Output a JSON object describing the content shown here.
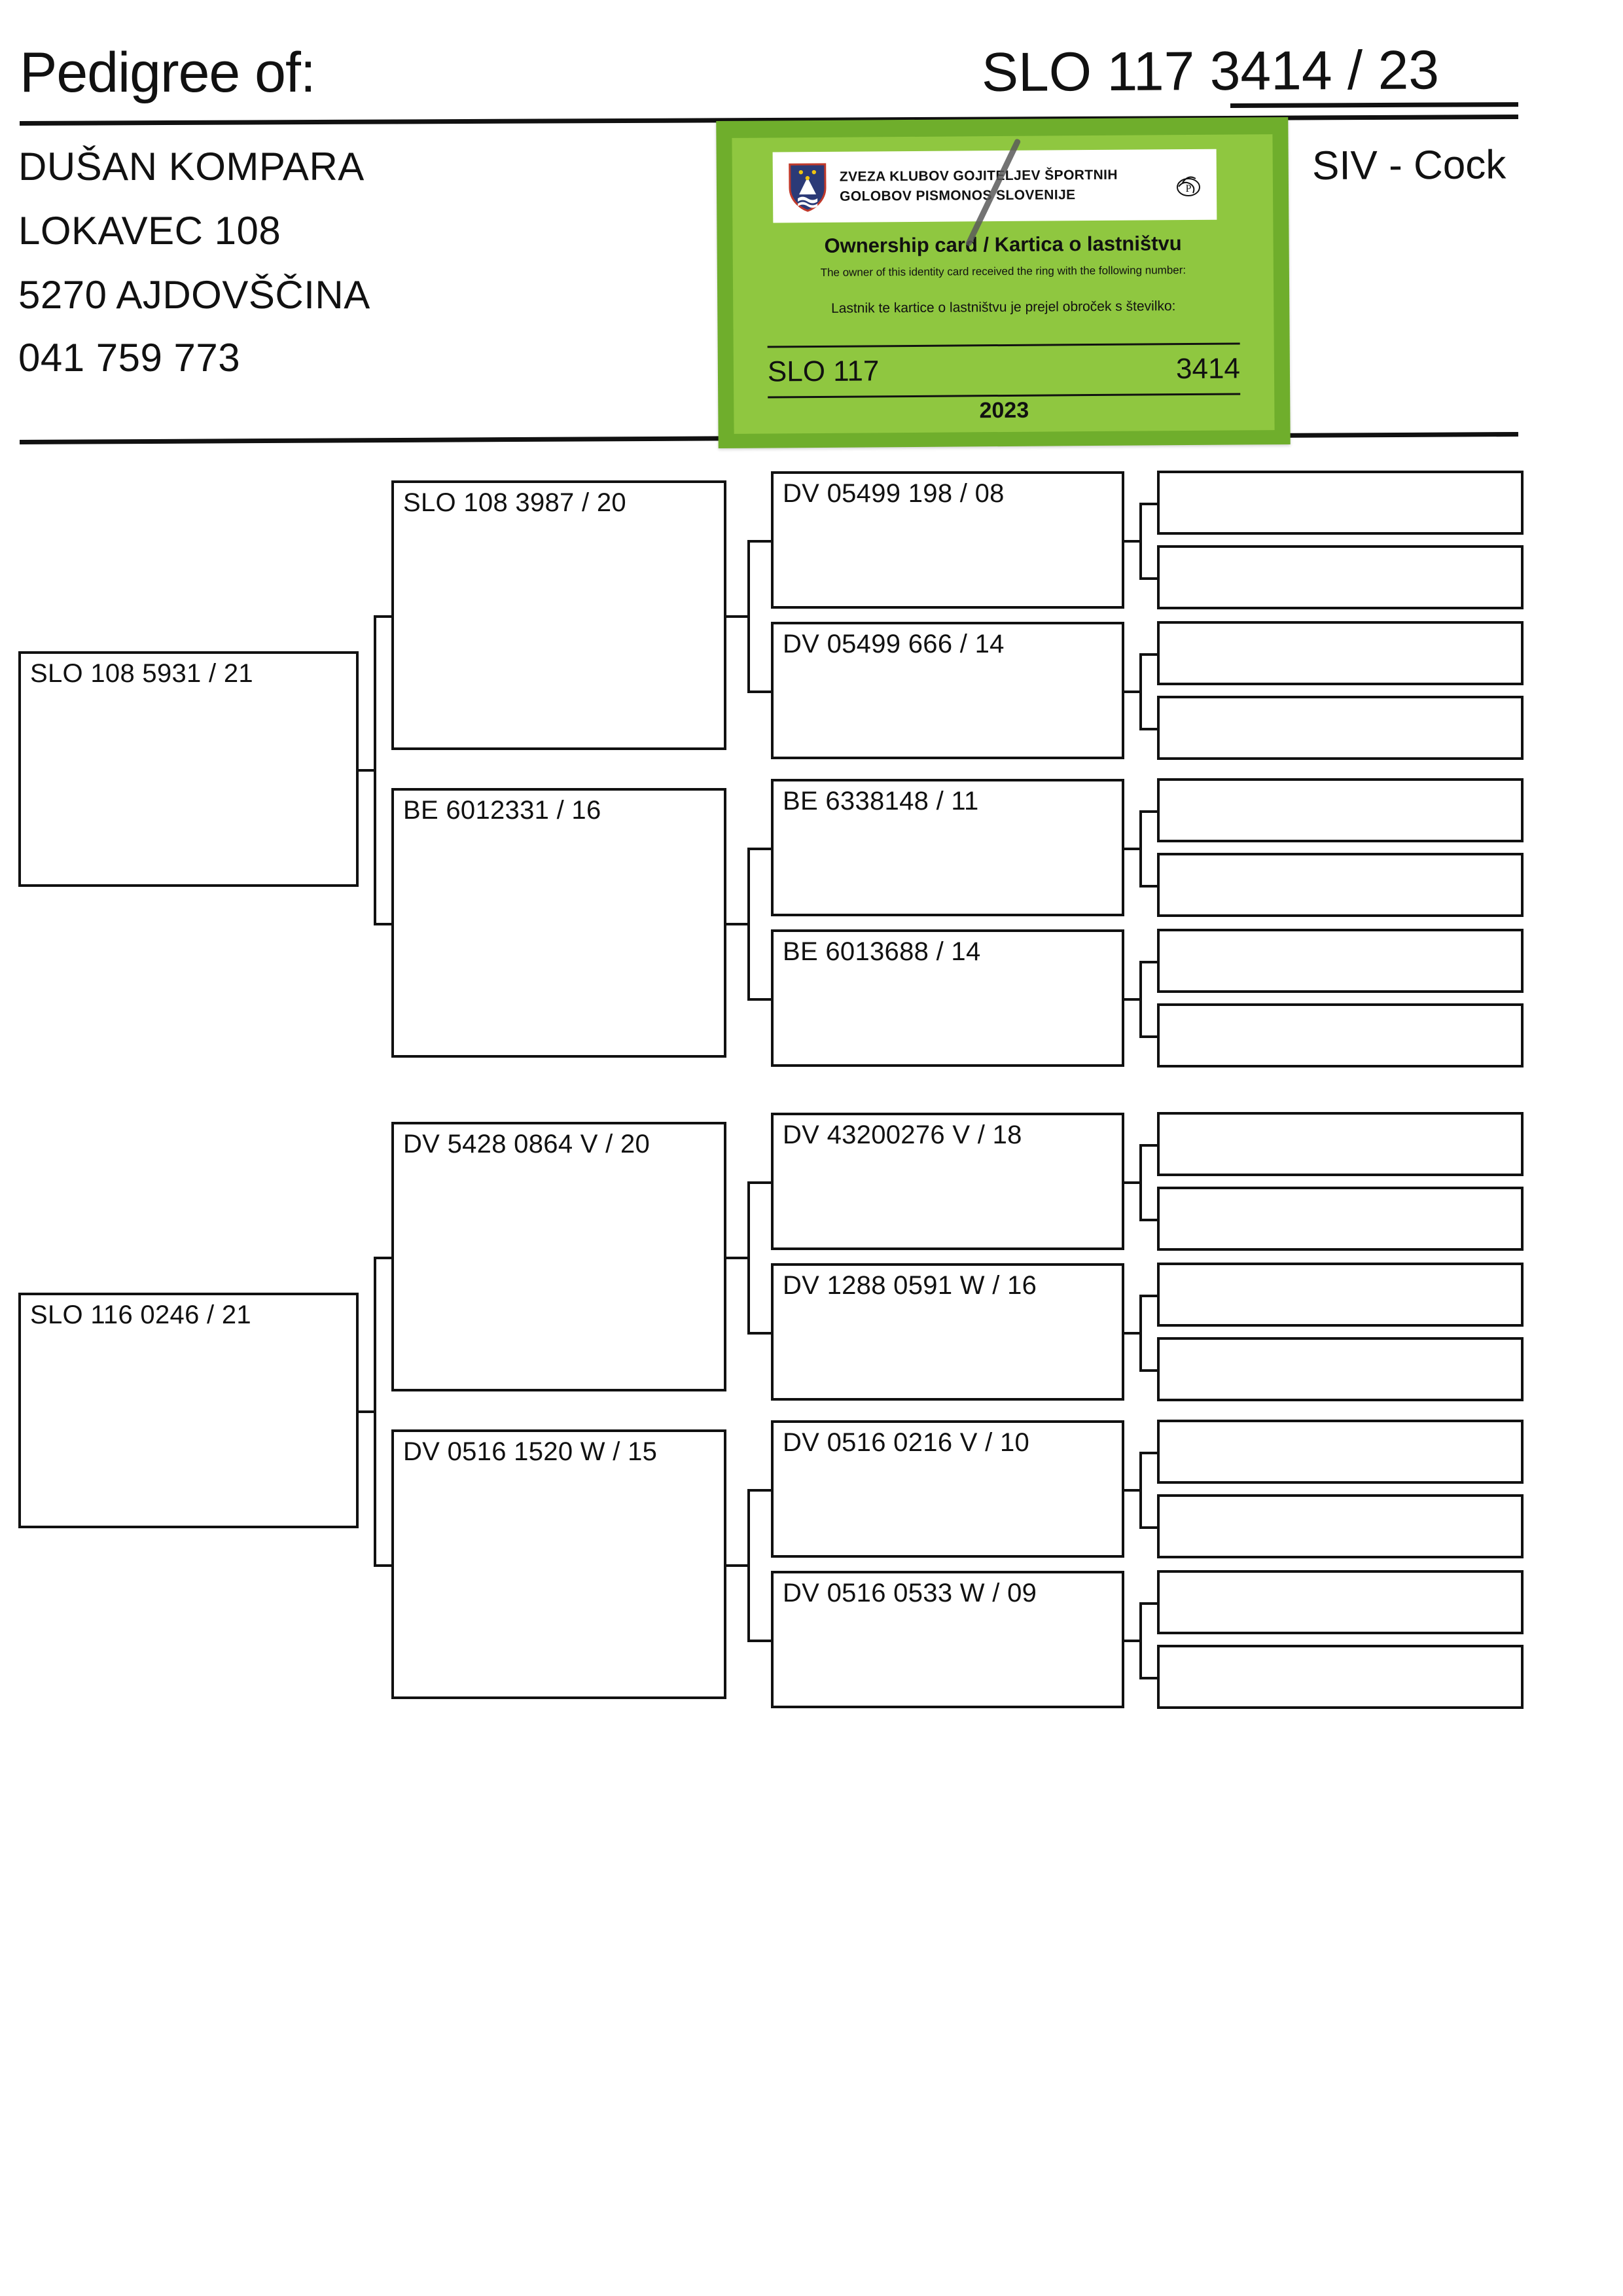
{
  "header": {
    "title": "Pedigree of:",
    "ring_number": "SLO 117 3414 / 23",
    "sex_label": "SIV - Cock",
    "owner": {
      "name": "DUŠAN KOMPARA",
      "street": "LOKAVEC 108",
      "city": "5270 AJDOVŠČINA",
      "phone": "041 759 773"
    }
  },
  "ownership_card": {
    "logo_line1": "ZVEZA KLUBOV GOJITELJEV ŠPORTNIH",
    "logo_line2": "GOLOBOV PISMONOS SLOVENIJE",
    "heading": "Ownership card / Kartica o lastništvu",
    "subtitle_en": "The owner of this identity card received the ring with the following number:",
    "subtitle_sl": "Lastnik te kartice o lastništvu je prejel obroček s številko:",
    "country_code": "SLO 117",
    "serial": "3414",
    "year": "2023",
    "colors": {
      "outer_green": "#6fae2c",
      "inner_green": "#8fc740"
    }
  },
  "pedigree": {
    "generation1": [
      {
        "id": "sire",
        "label": "SLO 108 5931 / 21"
      },
      {
        "id": "dam",
        "label": "SLO 116 0246 / 21"
      }
    ],
    "generation2": [
      {
        "id": "g2-1",
        "label": "SLO 108 3987 / 20"
      },
      {
        "id": "g2-2",
        "label": "BE 6012331 / 16"
      },
      {
        "id": "g2-3",
        "label": "DV 5428 0864 V / 20"
      },
      {
        "id": "g2-4",
        "label": "DV 0516 1520 W / 15"
      }
    ],
    "generation3": [
      {
        "id": "g3-1",
        "label": "DV 05499 198 / 08"
      },
      {
        "id": "g3-2",
        "label": "DV 05499 666 / 14"
      },
      {
        "id": "g3-3",
        "label": "BE 6338148 / 11"
      },
      {
        "id": "g3-4",
        "label": "BE 6013688 / 14"
      },
      {
        "id": "g3-5",
        "label": "DV 43200276 V / 18"
      },
      {
        "id": "g3-6",
        "label": "DV 1288 0591 W / 16"
      },
      {
        "id": "g3-7",
        "label": "DV 0516 0216 V / 10"
      },
      {
        "id": "g3-8",
        "label": "DV 0516 0533 W / 09"
      }
    ],
    "generation4": [
      {
        "id": "g4-1",
        "label": ""
      },
      {
        "id": "g4-2",
        "label": ""
      },
      {
        "id": "g4-3",
        "label": ""
      },
      {
        "id": "g4-4",
        "label": ""
      },
      {
        "id": "g4-5",
        "label": ""
      },
      {
        "id": "g4-6",
        "label": ""
      },
      {
        "id": "g4-7",
        "label": ""
      },
      {
        "id": "g4-8",
        "label": ""
      },
      {
        "id": "g4-9",
        "label": ""
      },
      {
        "id": "g4-10",
        "label": ""
      },
      {
        "id": "g4-11",
        "label": ""
      },
      {
        "id": "g4-12",
        "label": ""
      },
      {
        "id": "g4-13",
        "label": ""
      },
      {
        "id": "g4-14",
        "label": ""
      },
      {
        "id": "g4-15",
        "label": ""
      },
      {
        "id": "g4-16",
        "label": ""
      }
    ]
  }
}
